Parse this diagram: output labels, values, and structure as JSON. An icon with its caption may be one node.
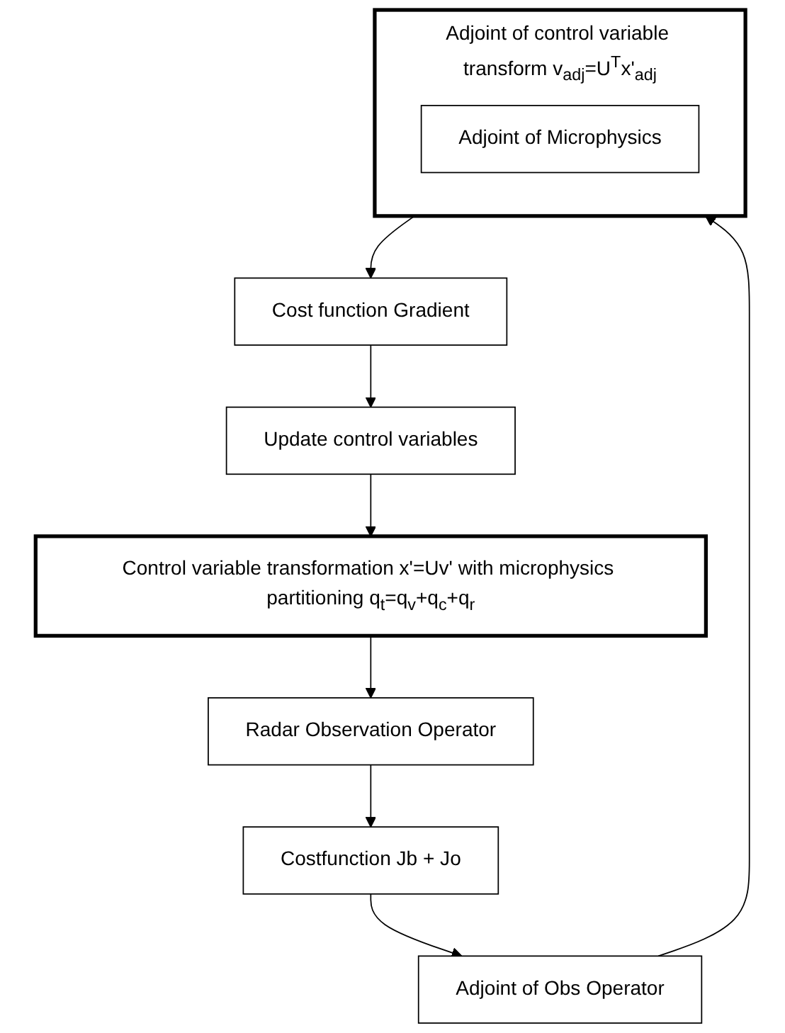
{
  "diagram": {
    "nodes": [
      {
        "text": [
          "Control variable transformation x'=Uv' with microphysics partitioning q$_{t}$=q$_{v}$+q$_{c}$+q$_{r}$"
        ]
      },
      {
        "text": [
          "Radar Observation Operator"
        ]
      },
      {
        "text": [
          "Costfunction Jb + Jo"
        ]
      },
      {
        "text": [
          "Adjoint of Obs Operator"
        ]
      },
      {
        "text": [
          "Adjoint of control variable transform v$_{adj}$=U$^{T}$x'$_{adj}$"
        ]
      },
      {
        "text": [
          "Adjoint of Microphysics"
        ],
        "in": 4
      },
      {
        "text": [
          "Cost function Gradient"
        ]
      },
      {
        "text": [
          "Update control variables"
        ]
      }
    ],
    "edges": [
      {
        "from": 0,
        "to": 1,
        "arrow": "to"
      },
      {
        "from": 1,
        "to": 2,
        "arrow": "to"
      },
      {
        "from": 2,
        "to": 3,
        "arrow": "to"
      },
      {
        "from": 3,
        "to": 4,
        "arrow": "to"
      },
      {
        "from": 4,
        "to": 6,
        "arrow": "to"
      },
      {
        "from": 6,
        "to": 7,
        "arrow": "to"
      },
      {
        "from": 7,
        "to": 0,
        "arrow": "to"
      }
    ]
  }
}
